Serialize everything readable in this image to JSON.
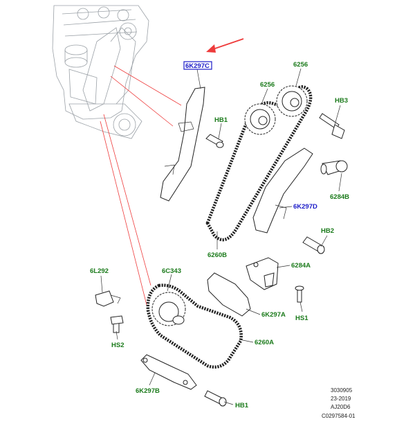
{
  "labels": {
    "guide_highlighted": "6K297C",
    "sprocket_left": "6256",
    "sprocket_right": "6256",
    "bolt_hb3": "HB3",
    "bolt_hb1_top": "HB1",
    "tensioner": "6284B",
    "guide_tensioner": "6K297D",
    "bolt_hb2": "HB2",
    "chain_upper": "6260B",
    "tensioner_lower": "6284A",
    "sensor": "6L292",
    "crank_sprocket": "6C343",
    "guide_lower_right": "6K297A",
    "bolt_hs1": "HS1",
    "bolt_hs2": "HS2",
    "chain_lower": "6260A",
    "guide_bottom": "6K297B",
    "bolt_hb1_bottom": "HB1"
  },
  "footer": {
    "line1": "3030905",
    "line2": "23-2019",
    "line3": "AJ20D6",
    "line4": "C0297584-01"
  },
  "colors": {
    "label_green": "#1a7a1a",
    "label_blue": "#1c1cc8",
    "arrow_red": "#ee3b3b",
    "highlight_box": "#1c1cc8"
  }
}
